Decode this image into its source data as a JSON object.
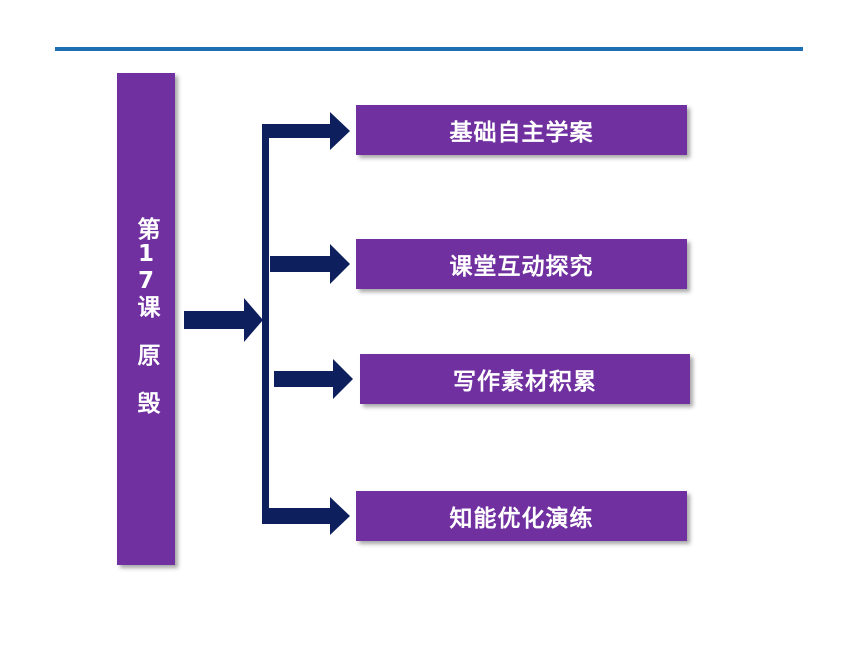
{
  "title": "第17课　原　毁",
  "items": [
    {
      "label": "基础自主学案"
    },
    {
      "label": "课堂互动探究"
    },
    {
      "label": "写作素材积累"
    },
    {
      "label": "知能优化演练"
    }
  ],
  "colors": {
    "box": "#7030a0",
    "arrow": "#0d1f5c",
    "rule": "#1f6fb3",
    "text": "#ffffff"
  }
}
